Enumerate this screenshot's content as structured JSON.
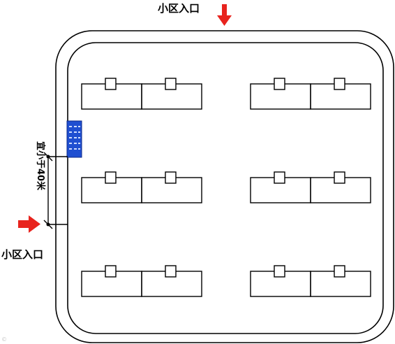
{
  "labels": {
    "entrance_top": "小区入口",
    "entrance_left": "小区入口",
    "distance_note": "宜小于40米"
  },
  "colors": {
    "arrow": "#e8231d",
    "station": "#1f4fd1",
    "line": "#000000"
  },
  "icons": {
    "entrance_arrow": "red-arrow-icon",
    "station": "charging-station-icon"
  },
  "parking_rows": 3,
  "parking_groups_per_row": 2,
  "spaces_per_group": 2
}
